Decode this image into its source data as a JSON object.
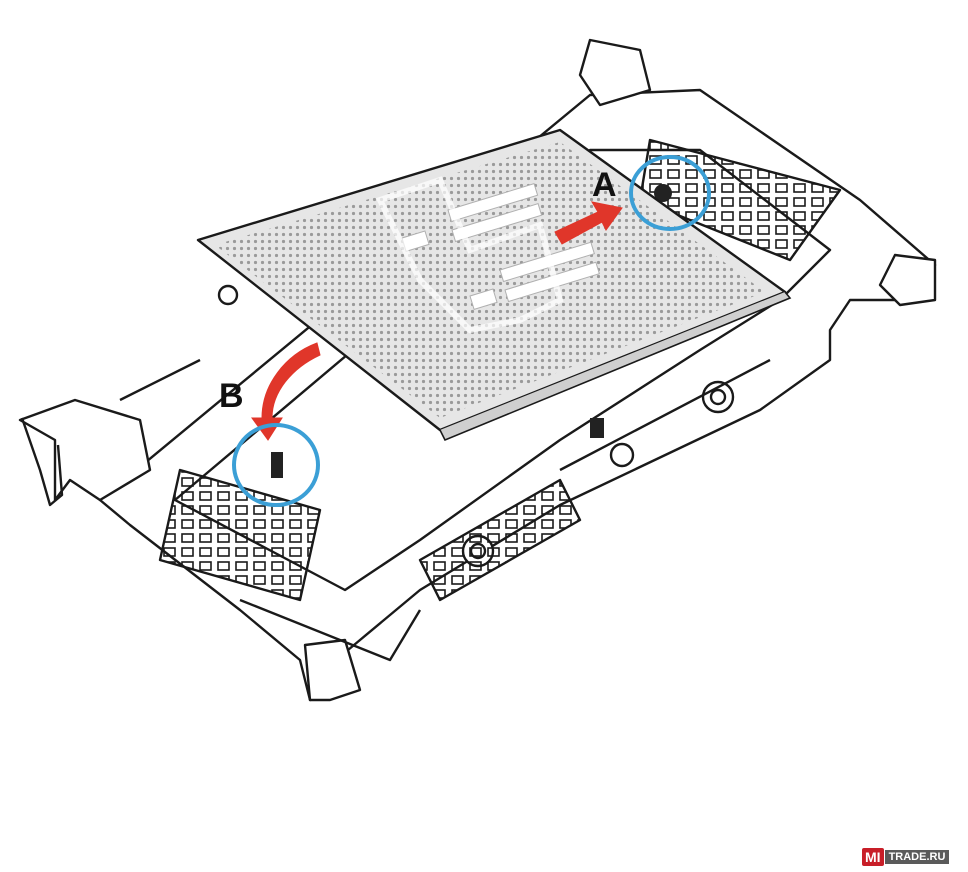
{
  "callouts": {
    "a": {
      "label": "A"
    },
    "b": {
      "label": "B"
    }
  },
  "colors": {
    "arrow": "#e0362a",
    "highlight_ring": "#3b9fd6",
    "line": "#1a1a1a",
    "chip_fill": "#e6e6e6"
  },
  "watermark": {
    "mark": "MI",
    "rest": "TRADE.RU"
  }
}
